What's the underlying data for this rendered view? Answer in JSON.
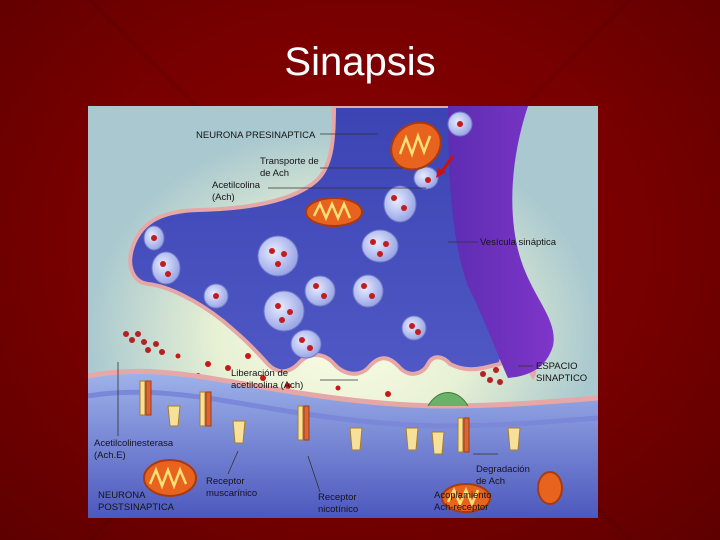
{
  "slide": {
    "title": "Sinapsis"
  },
  "figure": {
    "labels": {
      "presynaptic_neuron": "NEURONA PRESINAPTICA",
      "ach_transport_1": "Transporte de",
      "ach_transport_2": "de Ach",
      "acetylcholine_1": "Acetilcolina",
      "acetylcholine_2": "(Ach)",
      "synaptic_vesicle": "Vesícula sináptica",
      "ach_release_1": "Liberación de",
      "ach_release_2": "acetilcolina (Ach)",
      "synaptic_space_1": "ESPACIO",
      "synaptic_space_2": "SINAPTICO",
      "acetylcholinesterase_1": "Acetilcolinesterasa",
      "acetylcholinesterase_2": "(Ach.E)",
      "postsynaptic_neuron_1": "NEURONA",
      "postsynaptic_neuron_2": "POSTSINAPTICA",
      "muscarinic_receptor_1": "Receptor",
      "muscarinic_receptor_2": "muscarínico",
      "nicotinic_receptor_1": "Receptor",
      "nicotinic_receptor_2": "nicotínico",
      "ach_degradation_1": "Degradación",
      "ach_degradation_2": "de Ach",
      "coupling_1": "Acoplamiento",
      "coupling_2": "Ach-receptor"
    }
  }
}
